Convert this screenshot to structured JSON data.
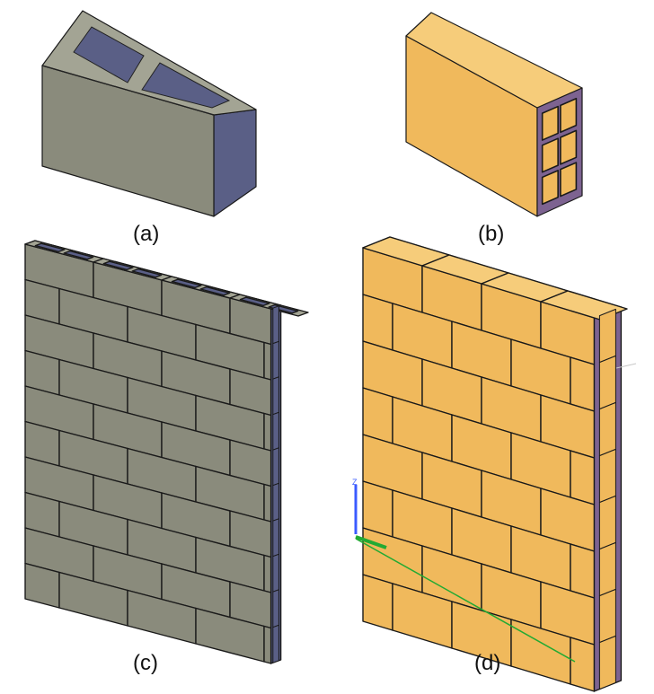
{
  "panels": [
    {
      "id": "a",
      "caption": "(a)",
      "subject": "hollow concrete block (two cores)"
    },
    {
      "id": "b",
      "caption": "(b)",
      "subject": "hollow clay brick (six cells)"
    },
    {
      "id": "c",
      "caption": "(c)",
      "subject": "concrete block wall, running bond"
    },
    {
      "id": "d",
      "caption": "(d)",
      "subject": "clay brick wall, running bond"
    }
  ],
  "colors": {
    "concrete_front": "#8a8b7c",
    "concrete_top": "#a3a494",
    "concrete_side": "#5a5f86",
    "clay_front": "#f0b95c",
    "clay_top": "#f6cc7a",
    "clay_side": "#7d6391",
    "mortar_line": "#1a1a1a",
    "axis_blue": "#3b5bff",
    "axis_green": "#22aa33"
  },
  "axes": {
    "z_label": "Z"
  }
}
